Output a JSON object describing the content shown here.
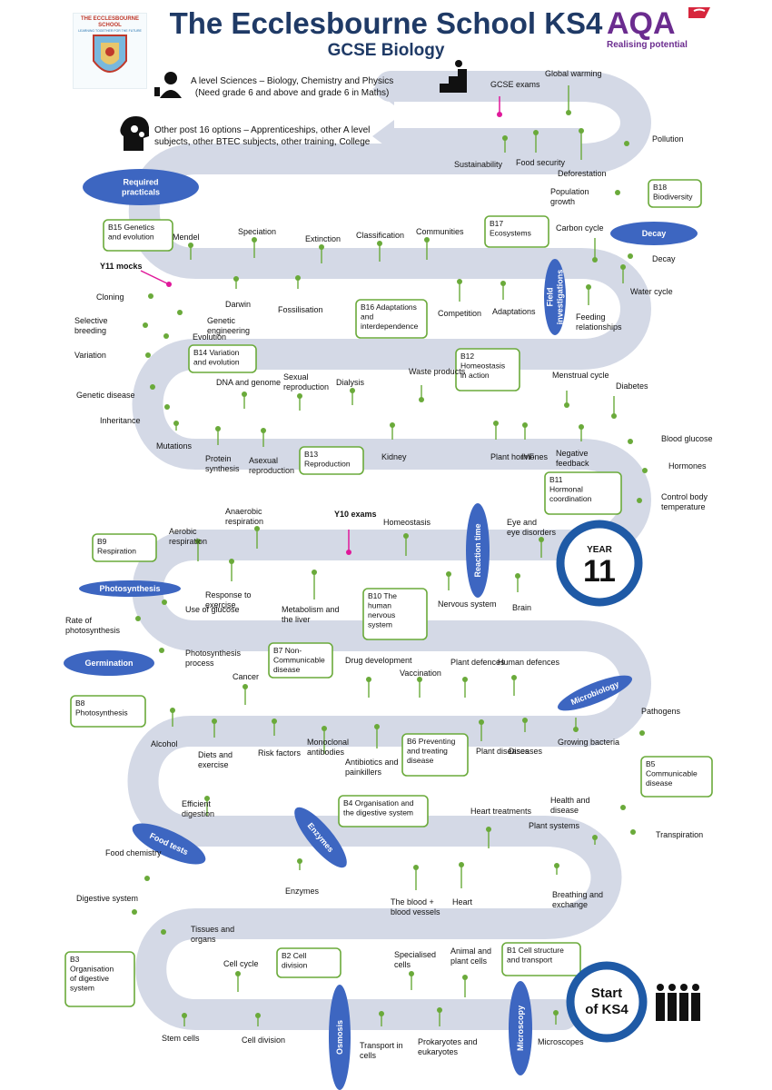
{
  "header": {
    "title": "The Ecclesbourne School KS4",
    "subtitle": "GCSE Biology",
    "school_logo_text": "THE ECCLESBOURNE SCHOOL",
    "school_logo_motto": "LEARNING TOGETHER FOR THE FUTURE",
    "aqa_logo": "AQA",
    "aqa_tagline": "Realising potential"
  },
  "colors": {
    "road": "#d4d9e6",
    "green": "#6aaa3a",
    "node": "#6aaa3a",
    "blue": "#3d66c1",
    "navy": "#1f3a66",
    "magenta": "#e0189a",
    "aqa_purple": "#6b2c8f",
    "aqa_red": "#d7263d"
  },
  "icons": [
    "person-icon",
    "climber-icon",
    "head-gears-icon",
    "students-icon",
    "arrow-left-icon"
  ],
  "top_options": {
    "a_level": "A level Sciences – Biology, Chemistry and Physics\n(Need grade 6 and above and grade 6 in Maths)",
    "post16": "Other post 16 options – Apprenticeships, other A level\nsubjects, other BTEC subjects, other training, College"
  },
  "milestones": {
    "start": "Start\nof KS4",
    "year11_label": "YEAR",
    "year11_num": "11",
    "y11_mocks": "Y11 mocks",
    "y10_exams": "Y10 exams",
    "gcse_exams": "GCSE exams"
  },
  "ovals": [
    {
      "id": "required-practicals",
      "text": "Required\npracticals"
    },
    {
      "id": "decay",
      "text": "Decay"
    },
    {
      "id": "field-investigations",
      "text": "Field\ninvestigations"
    },
    {
      "id": "photosynthesis",
      "text": "Photosynthesis"
    },
    {
      "id": "germination",
      "text": "Germination"
    },
    {
      "id": "reaction-time",
      "text": "Reaction time"
    },
    {
      "id": "microbiology",
      "text": "Microbiology"
    },
    {
      "id": "food-tests",
      "text": "Food tests"
    },
    {
      "id": "enzymes",
      "text": "Enzymes"
    },
    {
      "id": "osmosis",
      "text": "Osmosis"
    },
    {
      "id": "microscopy",
      "text": "Microscopy"
    }
  ],
  "units": [
    {
      "id": "b1",
      "text": "B1 Cell structure\nand transport"
    },
    {
      "id": "b2",
      "text": "B2 Cell\ndivision"
    },
    {
      "id": "b3",
      "text": "B3\nOrganisation\nof digestive\nsystem"
    },
    {
      "id": "b4",
      "text": "B4 Organisation and\nthe digestive system"
    },
    {
      "id": "b5",
      "text": "B5\nCommunicable\ndisease"
    },
    {
      "id": "b6",
      "text": "B6 Preventing\nand treating\ndisease"
    },
    {
      "id": "b7",
      "text": "B7 Non-\nCommunicable\ndisease"
    },
    {
      "id": "b8",
      "text": "B8\nPhotosynthesis"
    },
    {
      "id": "b9",
      "text": "B9\nRespiration"
    },
    {
      "id": "b10",
      "text": "B10 The\nhuman\nnervous\nsystem"
    },
    {
      "id": "b11",
      "text": "B11\nHormonal\ncoordination"
    },
    {
      "id": "b12",
      "text": "B12\nHomeostasis\nin action"
    },
    {
      "id": "b13",
      "text": "B13\nReproduction"
    },
    {
      "id": "b14",
      "text": "B14 Variation\nand evolution"
    },
    {
      "id": "b15",
      "text": "B15 Genetics\nand evolution"
    },
    {
      "id": "b16",
      "text": "B16 Adaptations\nand\ninterdependence"
    },
    {
      "id": "b17",
      "text": "B17\nEcosystems"
    },
    {
      "id": "b18",
      "text": "B18\nBiodiversity"
    }
  ],
  "topics": [
    "Microscopes",
    "Prokaryotes and eukaryotes",
    "Transport in cells",
    "Cell division",
    "Stem cells",
    "Cell cycle",
    "Specialised cells",
    "Animal and plant cells",
    "Tissues and organs",
    "Digestive system",
    "Food chemistry",
    "Enzymes",
    "The blood + blood vessels",
    "Heart",
    "Heart treatments",
    "Breathing and exchange",
    "Plant systems",
    "Transpiration",
    "Efficient digestion",
    "Health and disease",
    "Pathogens",
    "Growing bacteria",
    "Diseases",
    "Plant diseases",
    "Antibiotics and painkillers",
    "Monoclonal antibodies",
    "Risk factors",
    "Diets and exercise",
    "Alcohol",
    "Human defences",
    "Plant defences",
    "Vaccination",
    "Drug development",
    "Cancer",
    "Photosynthesis process",
    "Rate of photosynthesis",
    "Use of glucose",
    "Response to exercise",
    "Metabolism and the liver",
    "Nervous system",
    "Brain",
    "Aerobic respiration",
    "Anaerobic respiration",
    "Homeostasis",
    "Eye and eye disorders",
    "Control body temperature",
    "Hormones",
    "Blood glucose",
    "Diabetes",
    "Menstrual cycle",
    "Negative feedback",
    "IVF",
    "Plant hormones",
    "Kidney",
    "Waste products",
    "Dialysis",
    "Sexual reproduction",
    "Asexual reproduction",
    "Protein synthesis",
    "DNA and genome",
    "Mutations",
    "Inheritance",
    "Genetic disease",
    "Variation",
    "Evolution",
    "Selective breeding",
    "Genetic engineering",
    "Cloning",
    "Darwin",
    "Fossilisation",
    "Mendel",
    "Speciation",
    "Extinction",
    "Classification",
    "Communities",
    "Competition",
    "Adaptations",
    "Feeding relationships",
    "Water cycle",
    "Decay",
    "Carbon cycle",
    "Population growth",
    "Deforestation",
    "Food security",
    "Sustainability",
    "Pollution",
    "Global warming"
  ]
}
